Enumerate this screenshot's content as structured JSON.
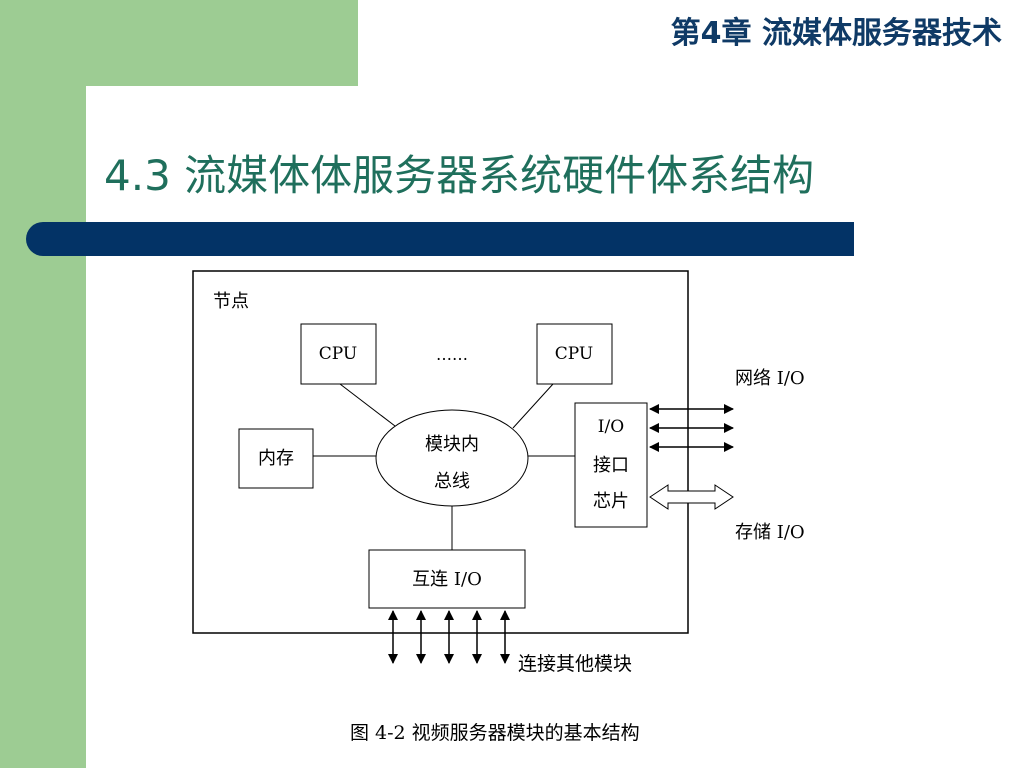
{
  "slide": {
    "chapter": "第4章 流媒体服务器技术",
    "title": "4.3 流媒体体服务器系统硬件体系结构",
    "caption": "图 4-2 视频服务器模块的基本结构"
  },
  "diagram": {
    "node_label": "节点",
    "cpu_left": "CPU",
    "ellipsis": "……",
    "cpu_right": "CPU",
    "memory": "内存",
    "bus_line1": "模块内",
    "bus_line2": "总线",
    "io_line1": "I/O",
    "io_line2": "接口",
    "io_line3": "芯片",
    "network_io": "网络 I/O",
    "storage_io": "存储 I/O",
    "interconnect": "互连 I/O",
    "connect_others": "连接其他模块"
  },
  "colors": {
    "green": "#9dcc93",
    "navy_bar": "#033366",
    "title_teal": "#1f6f5c",
    "chapter_blue": "#0f3a66"
  }
}
